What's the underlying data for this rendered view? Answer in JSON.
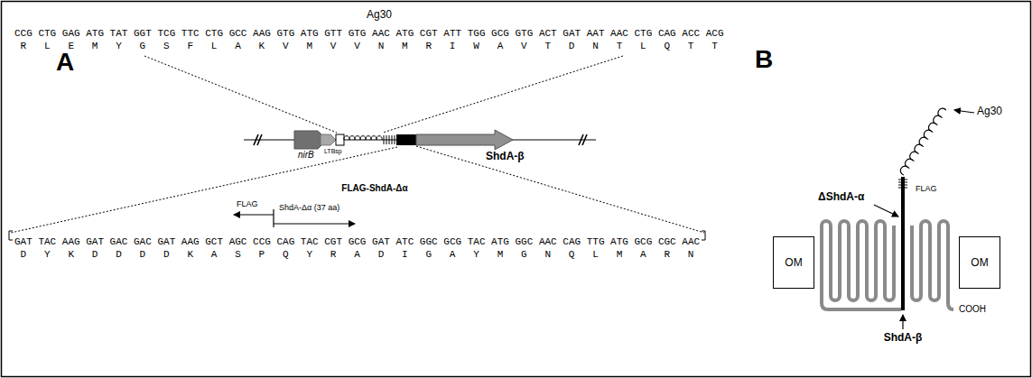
{
  "diagram": {
    "nodes": [
      {
        "text": [
          "OM"
        ]
      },
      {
        "text": [
          "OM"
        ]
      }
    ],
    "labels": [
      "A",
      "Ag30",
      "CCG CTG GAG ATG TAT GGT TCG TTC CTG GCC AAG GTG ATG GTT GTG AAC ATG CGT ATT TGG GCG GTG ACT GAT AAT AAC CTG CAG ACC ACG",
      "R L E M Y G S F L A K V M V V N M R I W A V T D N T L Q T T",
      "nirB",
      "LTBsp",
      "ShdA-β",
      "FLAG-ShdA-Δα",
      "FLAG",
      "ShdA-Δα (37 aa)",
      "GAT TAC AAG GAT GAC GAC GAT AAG GCT AGC CCG CAG TAC CGT GCG GAT ATC GGC GCG TAC ATG GGC AAC CAG TTG ATG GCG CGC AAC",
      "D Y K D D D D K A S P Q Y R A D I G A Y M G N Q L M A R N",
      "B",
      "Ag30",
      "FLAG",
      "ΔShdA-α",
      "ShdA-β",
      "COOH"
    ]
  }
}
